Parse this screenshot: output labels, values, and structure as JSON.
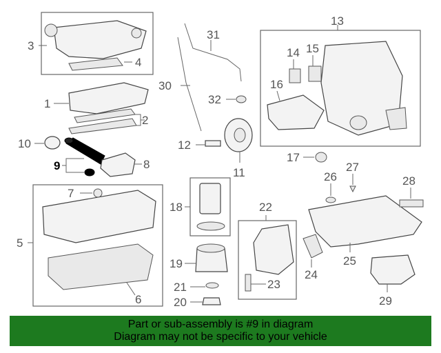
{
  "banner": {
    "line1": "Part or sub-assembly is #9 in diagram",
    "line2": "Diagram may not be specific to your vehicle"
  },
  "callouts": {
    "c1": "1",
    "c2": "2",
    "c3": "3",
    "c4": "4",
    "c5": "5",
    "c6": "6",
    "c7": "7",
    "c8": "8",
    "c9": "9",
    "c10": "10",
    "c11": "11",
    "c12": "12",
    "c13": "13",
    "c14": "14",
    "c15": "15",
    "c16": "16",
    "c17": "17",
    "c18": "18",
    "c19": "19",
    "c20": "20",
    "c21": "21",
    "c22": "22",
    "c23": "23",
    "c24": "24",
    "c25": "25",
    "c26": "26",
    "c27": "27",
    "c28": "28",
    "c29": "29",
    "c30": "30",
    "c31": "31",
    "c32": "32"
  },
  "colors": {
    "banner_bg": "#1d7a1f",
    "highlight_part": "#000000"
  },
  "highlighted_part": "9"
}
